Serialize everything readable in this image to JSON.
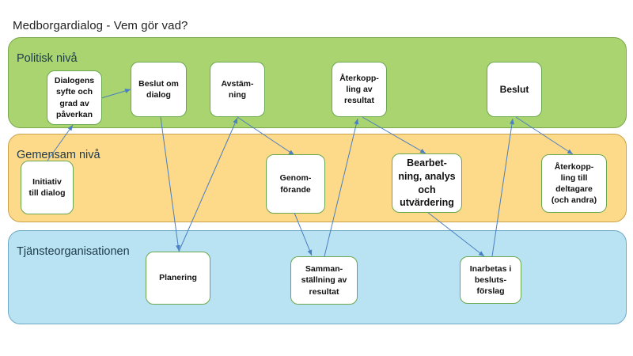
{
  "title": "Medborgardialog - Vem gör vad?",
  "lanes": {
    "politisk": "Politisk nivå",
    "gemensam": "Gemensam nivå",
    "tjanste": "Tjänsteorganisationen"
  },
  "nodes": {
    "dialogens_syfte": "Dialogens\nsyfte och\ngrad av\npåverkan",
    "beslut_om_dialog": "Beslut om\ndialog",
    "avstamning": "Avstäm-\nning",
    "aterkoppling_resultat": "Återkopp-\nling av\nresultat",
    "beslut": "Beslut",
    "initiativ": "Initiativ\ntill dialog",
    "genomforande": "Genom-\nförande",
    "bearbetning": "Bearbet-\nning, analys\noch\nutvärdering",
    "aterkoppling_deltagare": "Återkopp-\nling till\ndeltagare\n(och andra)",
    "planering": "Planering",
    "sammanstallning": "Samman-\nställning av\nresultat",
    "inarbetas": "Inarbetas i\nbesluts-\nförslag"
  },
  "colors": {
    "politisk_fill": "#a9d470",
    "gemensam_fill": "#fdd98a",
    "tjanste_fill": "#b9e3f2",
    "node_border": "#6aa84f",
    "arrow": "#4a7fc1"
  }
}
